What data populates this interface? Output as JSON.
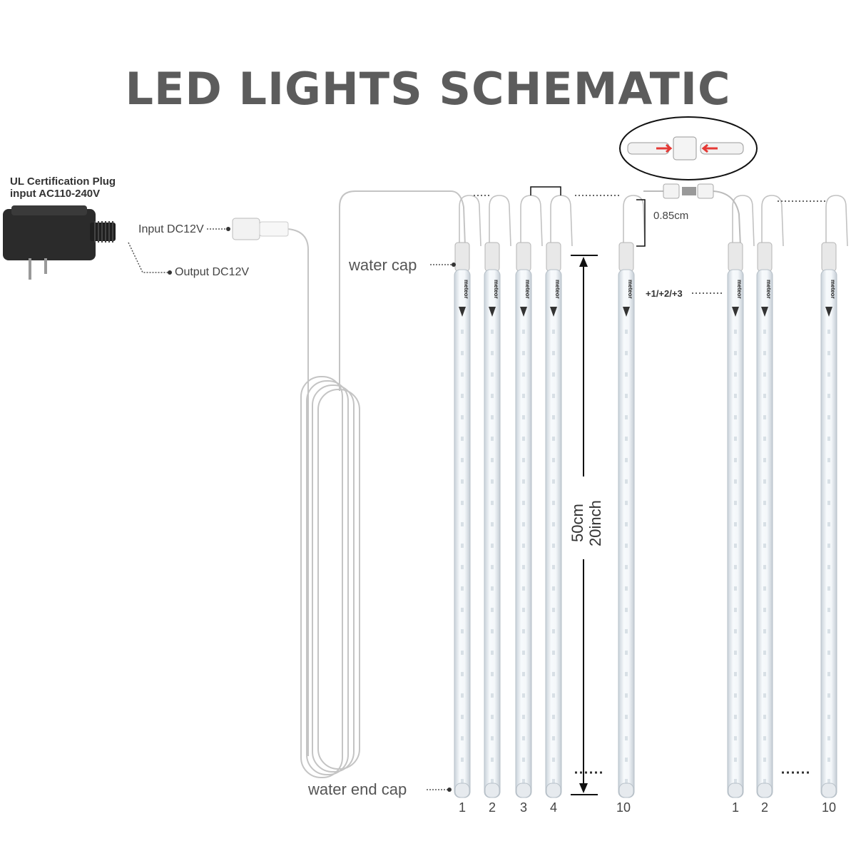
{
  "title": "LED LIGHTS SCHEMATIC",
  "adapter": {
    "certification": "UL Certification Plug",
    "input_range": "input AC110-240V",
    "input_label": "Input DC12V",
    "output_label": "Output DC12V"
  },
  "labels": {
    "water_cap": "water cap",
    "water_end_cap": "water end cap",
    "spacing": "0.85cm",
    "expandable": "+1/+2/+3",
    "length_cm": "50cm",
    "length_inch": "20inch"
  },
  "tube_text": "meteor",
  "tube_numbers": [
    "1",
    "2",
    "3",
    "4",
    "10",
    "1",
    "2",
    "10"
  ],
  "colors": {
    "title": "#5c5c5c",
    "tube": "#eef3f8",
    "led": "#d8e0e6",
    "wire": "#bdbdbd",
    "adapter": "#2b2b2b",
    "arrow": "#e53935"
  }
}
